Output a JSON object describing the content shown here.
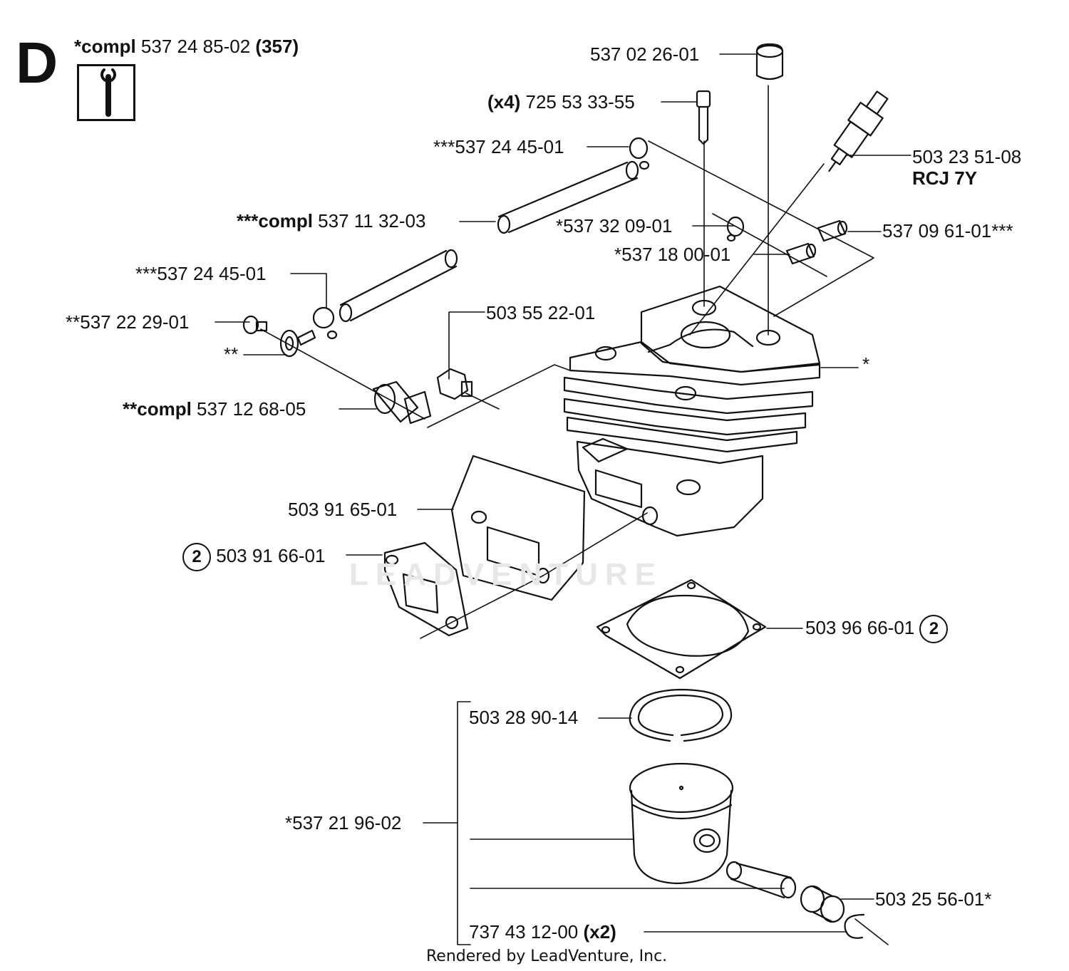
{
  "section": {
    "letter": "D"
  },
  "header": {
    "prefix": "*compl",
    "part": "537 24 85-02",
    "ref": "(357)"
  },
  "tool_icon": "wrench-icon",
  "watermark": "LEADVENTURE",
  "footer": "Rendered by LeadVenture, Inc.",
  "labels": {
    "cap": "537 02 26-01",
    "screw_qty": "(x4)",
    "screw": "725 53 33-55",
    "spring_clip_top": "***537 24 45-01",
    "plug_part": "503 23 51-08",
    "plug_type": "RCJ 7Y",
    "hose_prefix": "***compl",
    "hose": "537 11 32-03",
    "clip_1": "*537 32 09-01",
    "sleeve_1": "537 09 61-01***",
    "sleeve_2": "*537 18 00-01",
    "spring_clip_left": "***537 24 45-01",
    "decomp_cap": "**537 22 29-01",
    "plug_screw": "503 55 22-01",
    "washer": "**",
    "cylinder": "*",
    "valve_prefix": "**compl",
    "valve": "537 12 68-05",
    "muffler_plate": "503 91 65-01",
    "muffler_gasket": "503 91 66-01",
    "muffler_gasket_qty": "2",
    "base_gasket": "503 96 66-01",
    "base_gasket_qty": "2",
    "ring": "503 28 90-14",
    "piston": "*537 21 96-02",
    "bearing": "503 25 56-01*",
    "circlip": "737 43 12-00",
    "circlip_qty": "(x2)"
  }
}
